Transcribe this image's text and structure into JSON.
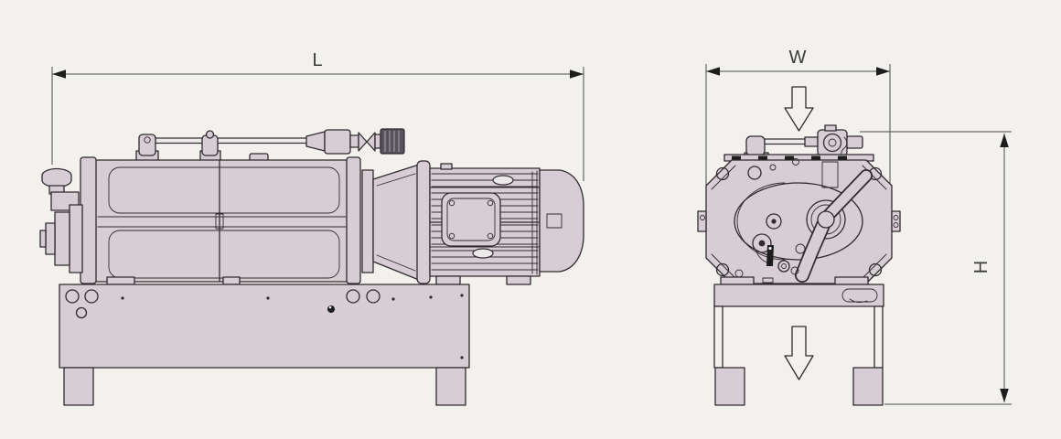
{
  "drawing": {
    "kind": "pump-outline-dimension-drawing",
    "dimension_labels": {
      "length": "L",
      "width": "W",
      "height": "H"
    },
    "flow_arrows": {
      "inlet": "hollow-down-arrow",
      "outlet": "hollow-down-arrow"
    },
    "colors": {
      "background": "#f2f1ee",
      "machine_fill": "#d7ced5",
      "pipe_fill": "#ece9ea",
      "outline": "#2f2b2e",
      "dimension_line": "#4a4a4a",
      "arrowhead": "#1d1d1d",
      "solenoid_coil": "#58525a",
      "lever": "#1d1d1d",
      "label_text": "#3a3a3a"
    }
  }
}
